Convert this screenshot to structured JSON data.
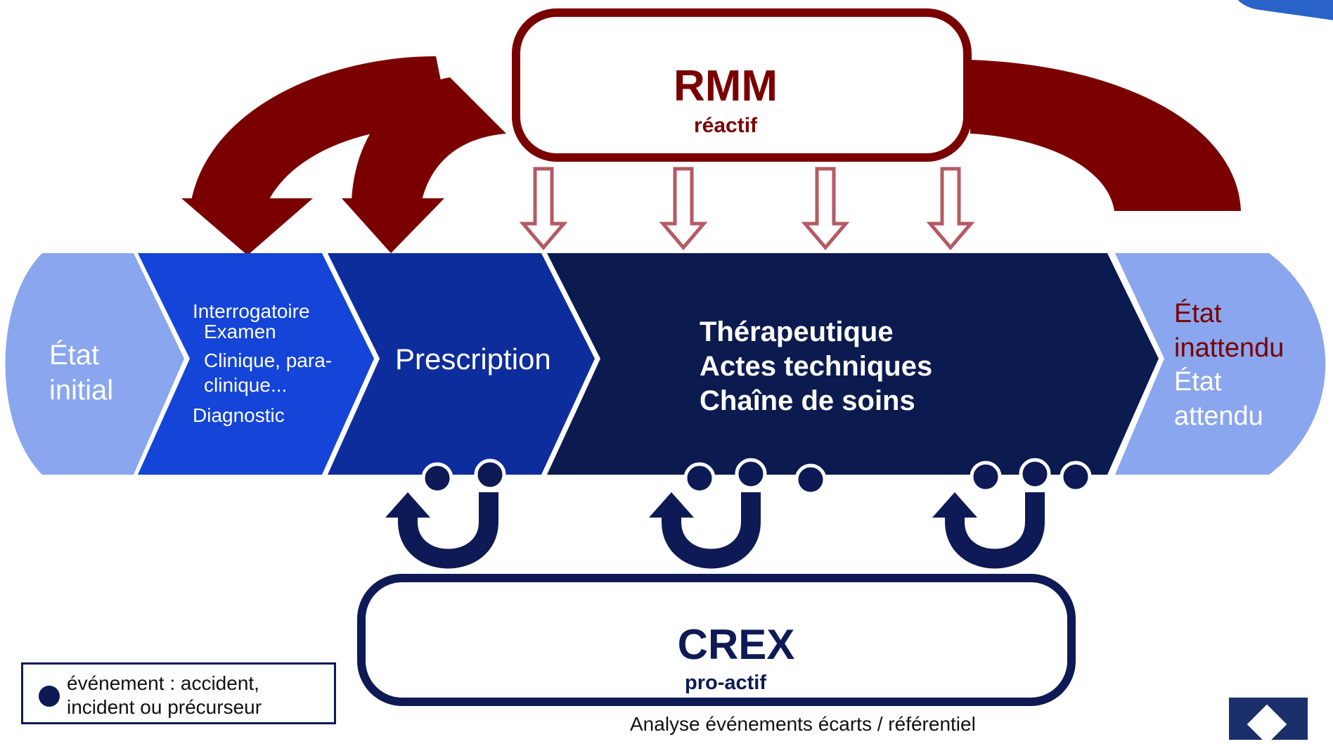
{
  "rmm": {
    "title": "RMM",
    "subtitle": "réactif"
  },
  "crex": {
    "title": "CREX",
    "subtitle": "pro-actif"
  },
  "stages": {
    "initial": {
      "line1": "État",
      "line2": "initial"
    },
    "diagnostic": {
      "lines": [
        "Interrogatoire",
        "Examen",
        "Clinique, para-",
        "clinique...",
        "Diagnostic"
      ]
    },
    "prescription": {
      "label": "Prescription"
    },
    "therapeutique": {
      "lines": [
        "Thérapeutique",
        "Actes techniques",
        "Chaîne de soins"
      ]
    },
    "final": {
      "unexpected_line1": "État",
      "unexpected_line2": "inattendu",
      "expected_line1": "État",
      "expected_line2": "attendu"
    }
  },
  "legend": {
    "line1": "événement : accident,",
    "line2": "incident ou précurseur"
  },
  "footer": {
    "caption": "Analyse événements écarts / référentiel"
  },
  "colors": {
    "maroon": "#7a0000",
    "light_blue": "#8aa6ee",
    "bright_blue": "#1444d8",
    "medium_blue": "#0e2d9c",
    "dark_navy": "#0b1a4f",
    "crex_navy": "#0d1a55"
  }
}
